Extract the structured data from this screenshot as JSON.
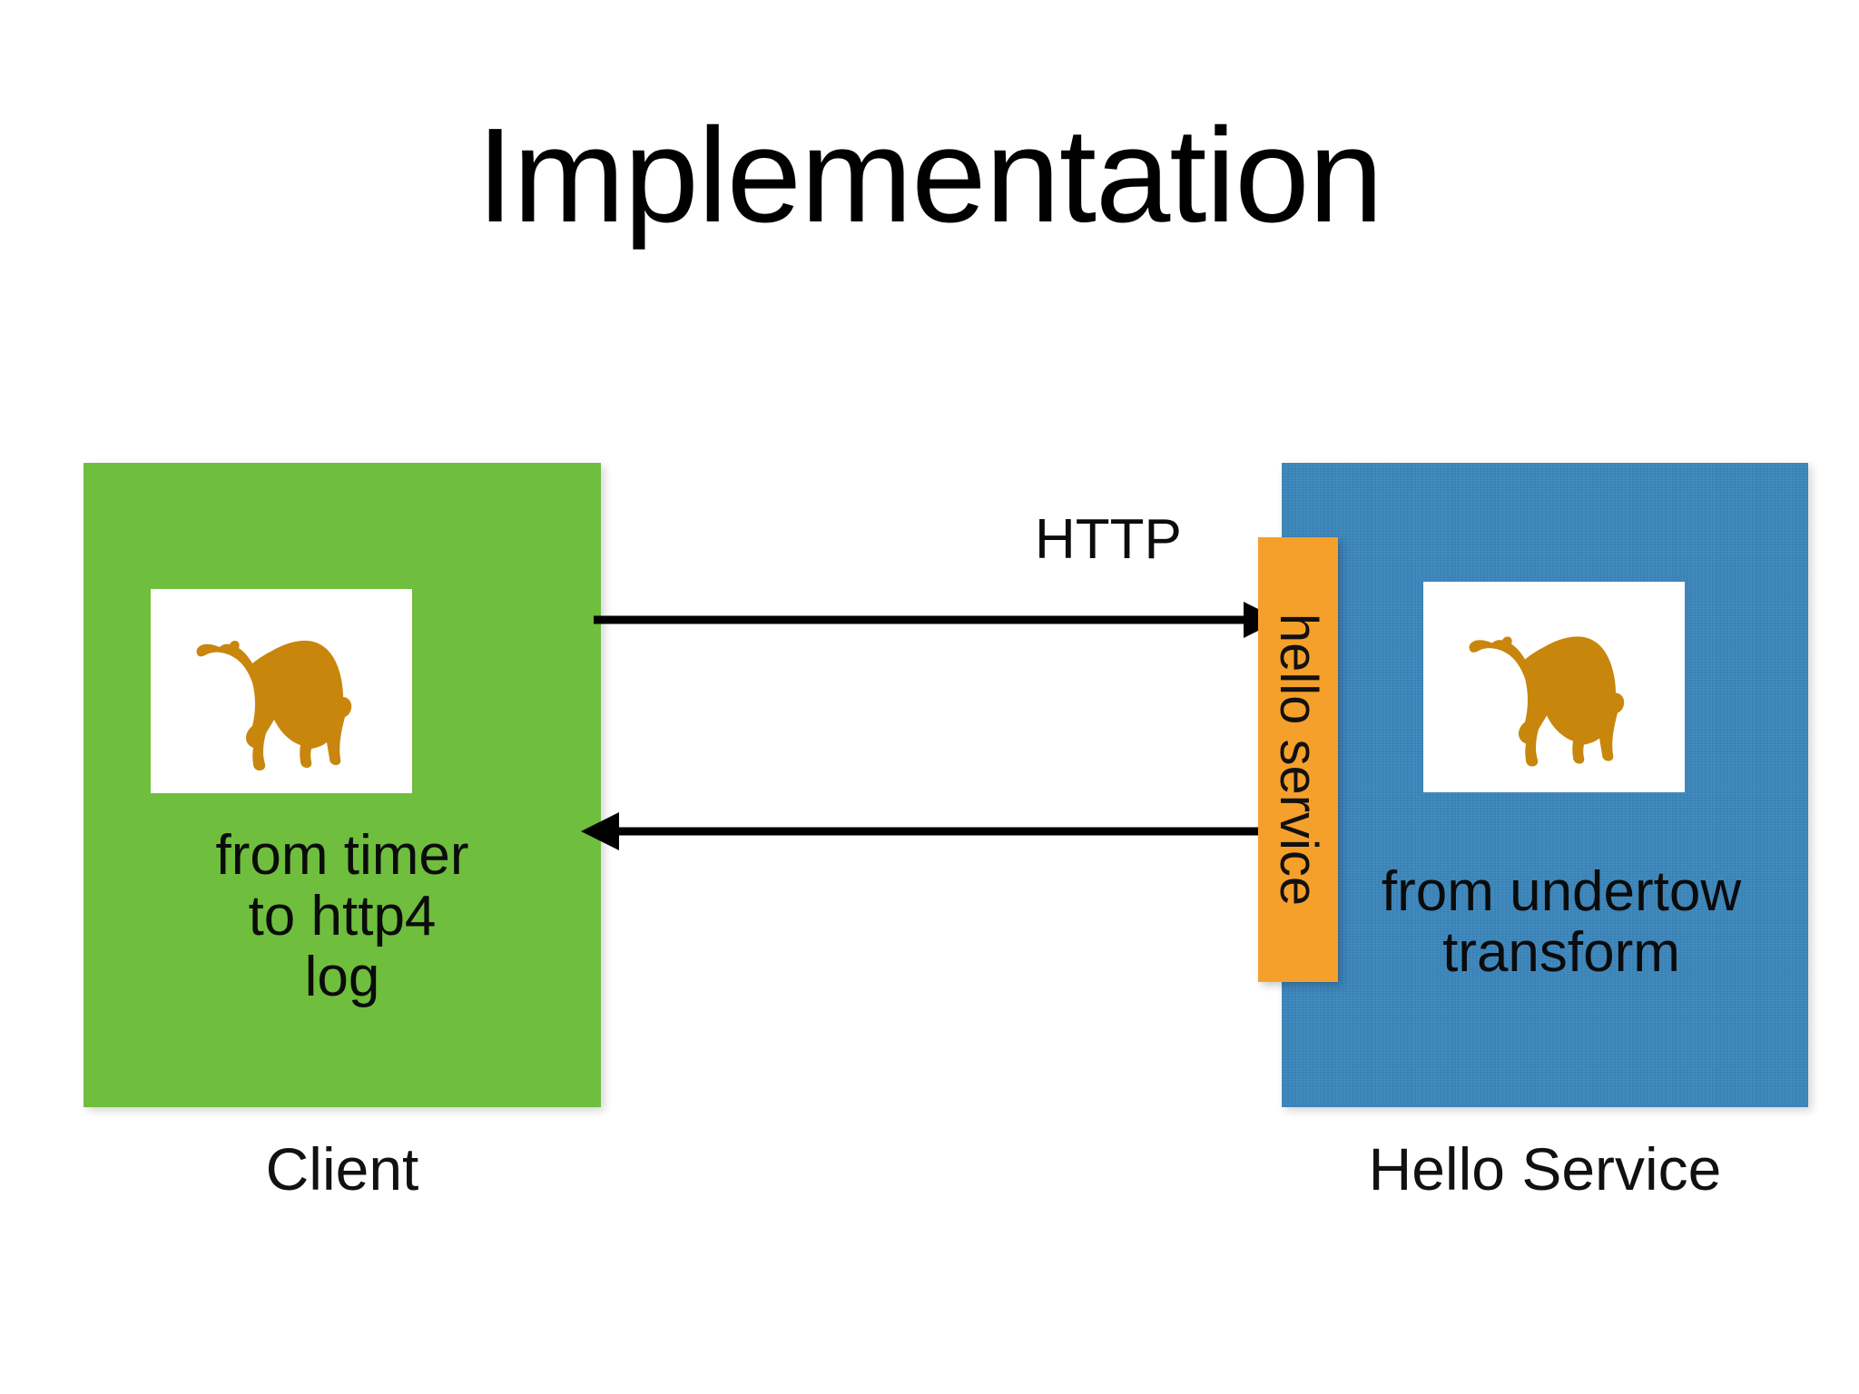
{
  "slide": {
    "title": "Implementation",
    "background_color": "#FFFFFF"
  },
  "diagram": {
    "type": "sequence-style component diagram",
    "nodes": [
      {
        "id": "client",
        "name": "Client",
        "box_color": "#6FBE3E",
        "icon": "apache-camel-logo",
        "route": "from timer\nto http4\nlog"
      },
      {
        "id": "hello-service",
        "name": "Hello Service",
        "box_color": "#3C86BC",
        "icon": "apache-camel-logo",
        "route": "from undertow\ntransform"
      }
    ],
    "endpoint": {
      "label": "hello service",
      "color": "#F5A02B",
      "orientation": "vertical"
    },
    "edges": [
      {
        "id": "request",
        "label": "HTTP",
        "from": "client",
        "to": "hello-service",
        "direction": "right"
      },
      {
        "id": "response",
        "label": "",
        "from": "hello-service",
        "to": "client",
        "direction": "left"
      }
    ],
    "colors": {
      "client_green": "#6FBE3E",
      "service_blue": "#3C86BC",
      "endpoint_orange": "#F5A02B",
      "camel_gold": "#C8860D",
      "arrow_black": "#000000"
    }
  }
}
